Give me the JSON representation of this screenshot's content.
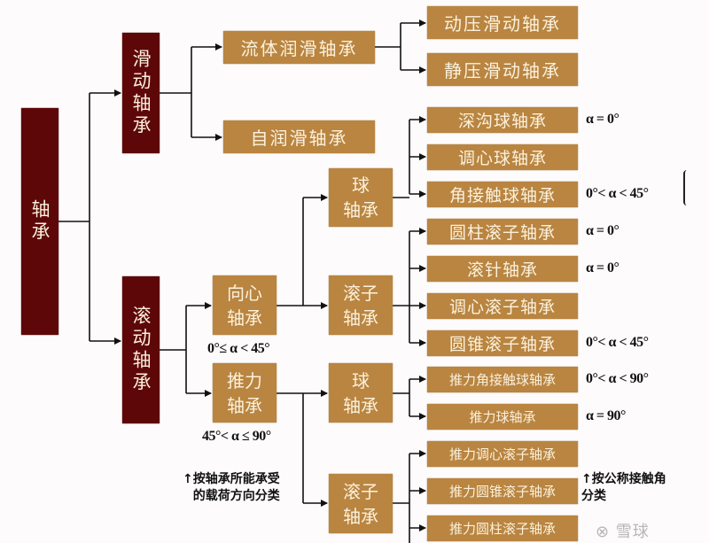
{
  "diagram": {
    "root": "轴承",
    "level1": {
      "sliding": "滑动轴承",
      "rolling": "滚动轴承"
    },
    "sliding_children": {
      "fluid": "流体润滑轴承",
      "self": "自润滑轴承"
    },
    "fluid_children": {
      "dynamic": "动压滑动轴承",
      "static": "静压滑动轴承"
    },
    "rolling_children": {
      "radial": "向心\n轴承",
      "thrust": "推力\n轴承"
    },
    "radial_children": {
      "ball": "球\n轴承",
      "roller": "滚子\n轴承"
    },
    "thrust_children": {
      "ball": "球\n轴承",
      "roller": "滚子\n轴承"
    },
    "leaves": [
      {
        "label": "深沟球轴承",
        "angle": "α = 0°"
      },
      {
        "label": "调心球轴承",
        "angle": ""
      },
      {
        "label": "角接触球轴承",
        "angle": "0°< α < 45°"
      },
      {
        "label": "圆柱滚子轴承",
        "angle": "α = 0°"
      },
      {
        "label": "滚针轴承",
        "angle": "α = 0°"
      },
      {
        "label": "调心滚子轴承",
        "angle": ""
      },
      {
        "label": "圆锥滚子轴承",
        "angle": "0°< α < 45°"
      },
      {
        "label": "推力角接触球轴承",
        "angle": "0°< α < 90°"
      },
      {
        "label": "推力球轴承",
        "angle": "α = 90°"
      },
      {
        "label": "推力调心滚子轴承",
        "angle": ""
      },
      {
        "label": "推力圆锥滚子轴承",
        "angle": ""
      },
      {
        "label": "推力圆柱滚子轴承",
        "angle": ""
      }
    ],
    "radial_range": "0°≤ α < 45°",
    "thrust_range": "45°< α ≤ 90°",
    "note_load": "↑按轴承所能承受\n的载荷方向分类",
    "note_angle": "↑按公称接触角\n  分类"
  },
  "watermark": "⊗ 雪球",
  "colors": {
    "dark_box": "#5e0709",
    "tan_box": "#b98541",
    "box_text": "#fbf1dc",
    "line": "#111111"
  }
}
